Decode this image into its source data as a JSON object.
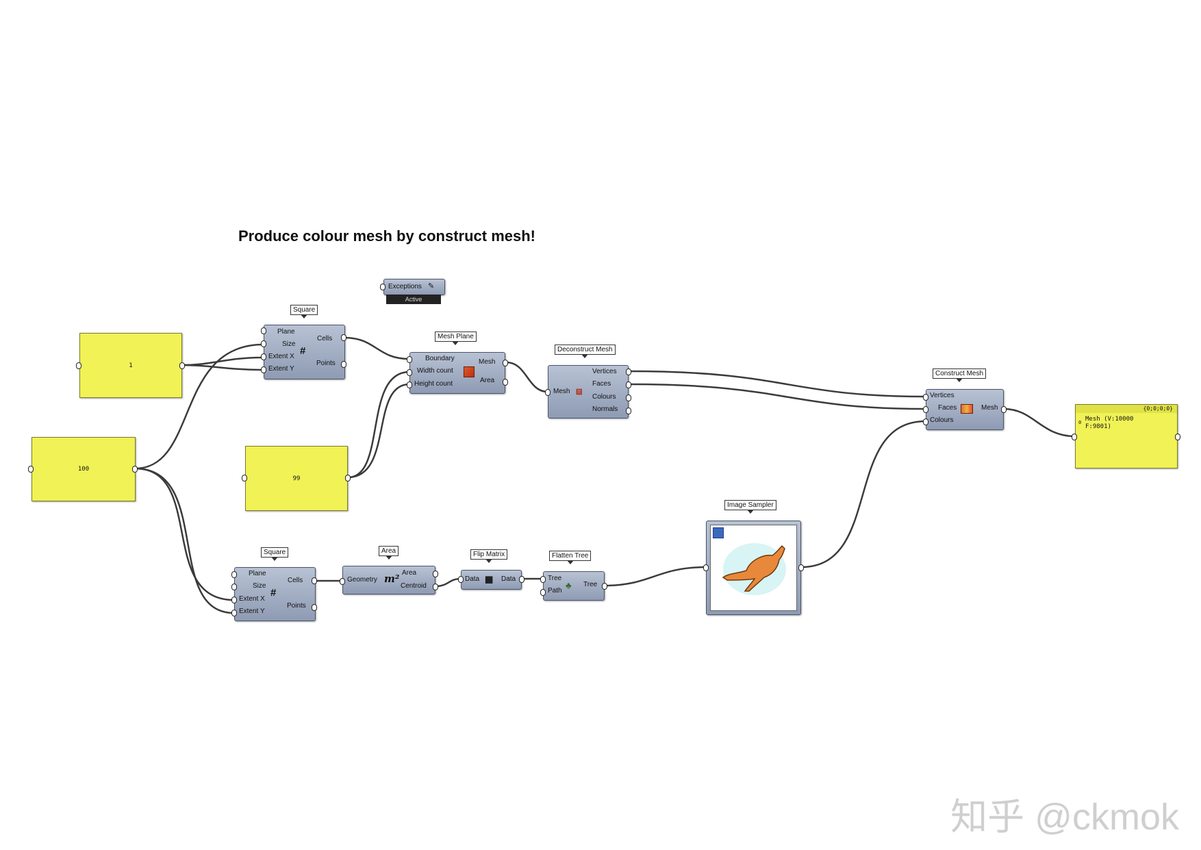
{
  "title": "Produce colour mesh by construct mesh!",
  "watermark": "知乎 @ckmok",
  "panels": {
    "p1": "1",
    "p100": "100",
    "p99": "99",
    "out_header": "{0;0;0;0}",
    "out_index": "0",
    "out_line1": "Mesh (V:10000",
    "out_line2": "F:9801)"
  },
  "exceptions": {
    "label": "Exceptions",
    "status": "Active"
  },
  "square_top": {
    "tag": "Square",
    "plane": "Plane",
    "size": "Size",
    "ext_x": "Extent X",
    "ext_y": "Extent Y",
    "cells": "Cells",
    "points": "Points"
  },
  "mesh_plane": {
    "tag": "Mesh Plane",
    "boundary": "Boundary",
    "width": "Width count",
    "height": "Height count",
    "mesh": "Mesh",
    "area": "Area"
  },
  "deconstruct": {
    "tag": "Deconstruct Mesh",
    "mesh": "Mesh",
    "vertices": "Vertices",
    "faces": "Faces",
    "colours": "Colours",
    "normals": "Normals"
  },
  "construct": {
    "tag": "Construct Mesh",
    "vertices": "Vertices",
    "faces": "Faces",
    "colours": "Colours",
    "mesh": "Mesh"
  },
  "square_bot": {
    "tag": "Square",
    "plane": "Plane",
    "size": "Size",
    "ext_x": "Extent X",
    "ext_y": "Extent Y",
    "cells": "Cells",
    "points": "Points"
  },
  "area": {
    "tag": "Area",
    "geometry": "Geometry",
    "icon": "m²",
    "area": "Area",
    "centroid": "Centroid"
  },
  "flip": {
    "tag": "Flip Matrix",
    "data_in": "Data",
    "data_out": "Data"
  },
  "flatten": {
    "tag": "Flatten Tree",
    "tree_in": "Tree",
    "path": "Path",
    "tree_out": "Tree"
  },
  "sampler": {
    "tag": "Image Sampler"
  },
  "colors": {
    "panel": "#f0f256",
    "component": "#9aa6bd",
    "wire": "#3a3a3a",
    "kangaroo": "#e8883a"
  }
}
